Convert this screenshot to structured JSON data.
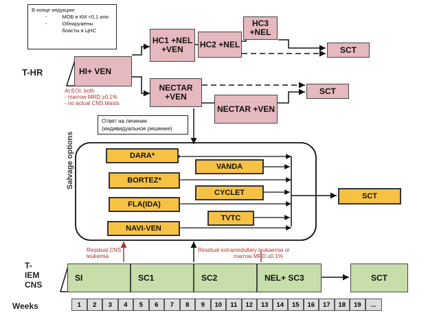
{
  "callout_top": {
    "title": "В конце индукции:",
    "bullet1": "МОБ в КМ <0,1 или",
    "bullet2": "Обнаружены бласты в ЦНС",
    "dash": "-"
  },
  "callout_mid": {
    "line1": "Ответ на лечение",
    "line2": "(индивидуальное решение)"
  },
  "labels": {
    "thr": "T-HR",
    "tiem1": "T-",
    "tiem2": "IEM",
    "tiem3": "CNS",
    "weeks": "Weeks",
    "salvage": "Salvage options"
  },
  "boxes": {
    "hiven": "HI+ VEN",
    "hc1": "HC1 +NEL +VEN",
    "hc2": "HC2 +NEL",
    "hc3": "HC3 +NEL",
    "sct1": "SCT",
    "nectar1": "NECTAR +VEN",
    "nectar2": "NECTAR +VEN",
    "sct2": "SCT",
    "dara": "DARA*",
    "bortez": "BORTEZ*",
    "fla": "FLA(IDA)",
    "navi": "NAVI-VEN",
    "vanda": "VANDA",
    "cyclet": "CYCLET",
    "tvtc": "TVTC",
    "sct3": "SCT",
    "si": "SI",
    "sc1": "SC1",
    "sc2": "SC2",
    "nelsc3": "NEL+ SC3",
    "sct4": "SCT"
  },
  "notes": {
    "eoi1": "At EOI, both",
    "eoi2": "- marrow MRD ≥0.1%",
    "eoi3": "- no actual CNS blasts",
    "cns1": "Residual CNS",
    "cns2": "leukemia",
    "ext1": "Residual extramedullary leukaemia or",
    "ext2": "marrow MRD ≥0.1%"
  },
  "weeks": [
    "1",
    "2",
    "3",
    "4",
    "5",
    "6",
    "7",
    "8",
    "9",
    "10",
    "11",
    "12",
    "13",
    "14",
    "15",
    "16",
    "17",
    "18",
    "19",
    "..."
  ]
}
